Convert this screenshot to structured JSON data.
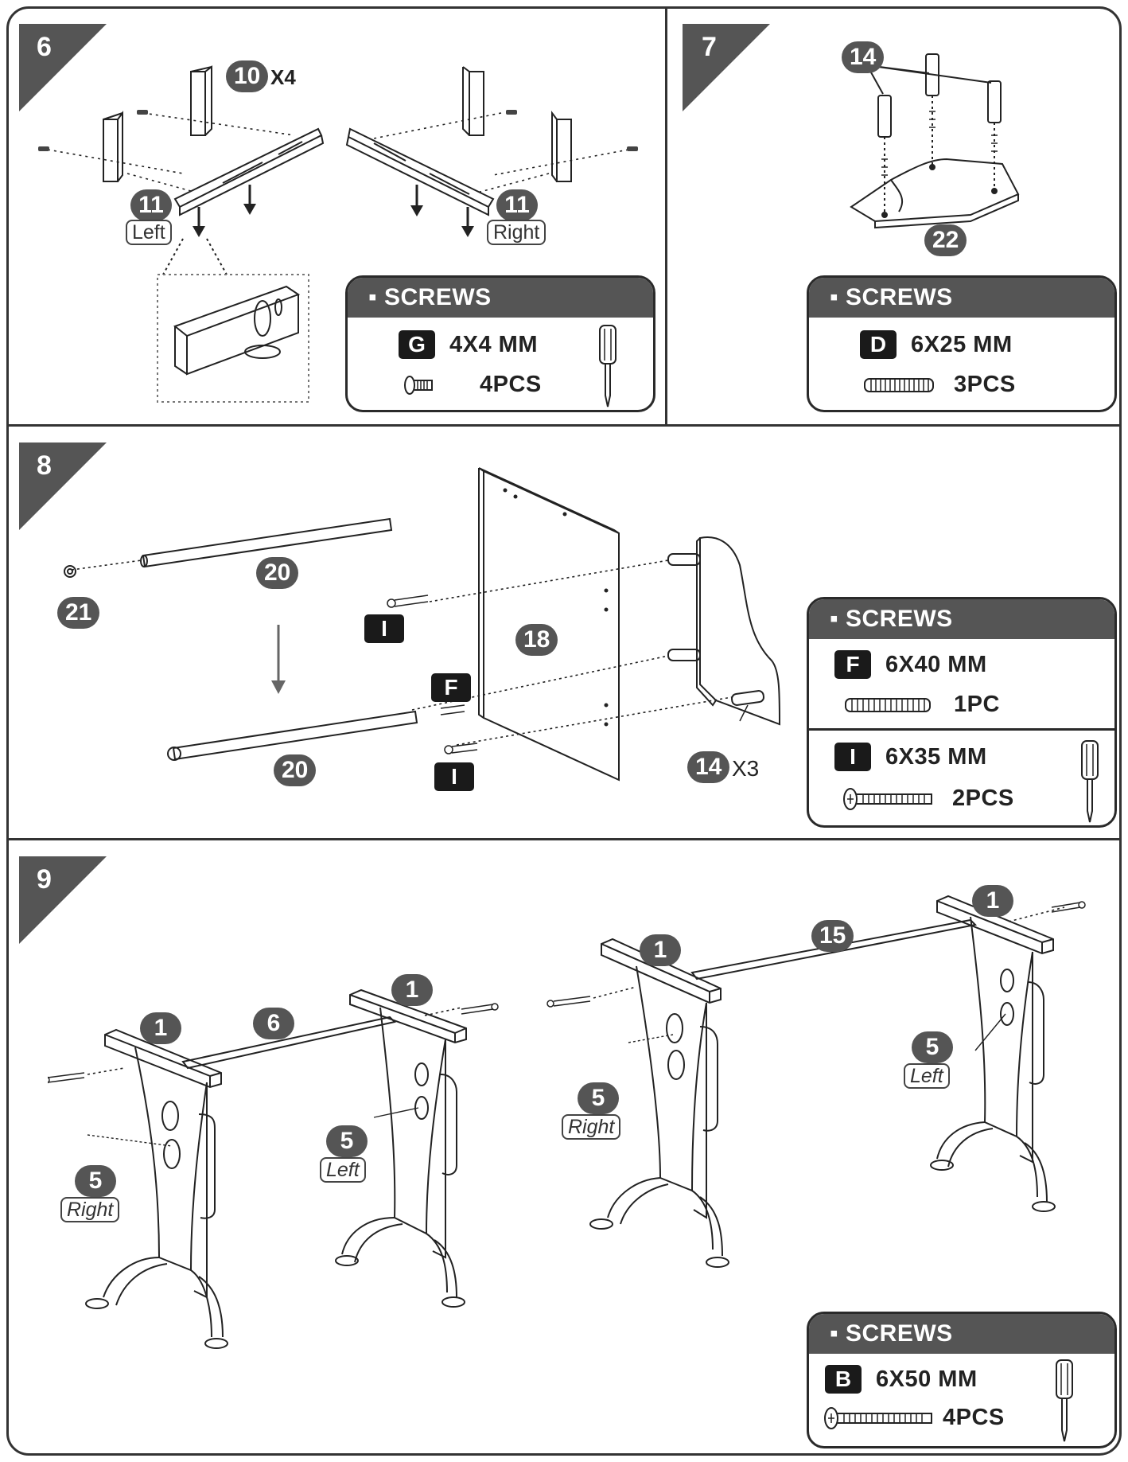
{
  "steps": [
    {
      "number": "6",
      "parts": [
        {
          "num": "10",
          "qty": "X4"
        },
        {
          "num": "11",
          "side": "Left"
        },
        {
          "num": "11",
          "side": "Right"
        }
      ],
      "screws": {
        "header": "SCREWS",
        "items": [
          {
            "code": "G",
            "size": "4X4 MM",
            "count": "4PCS"
          }
        ]
      }
    },
    {
      "number": "7",
      "parts": [
        {
          "num": "14"
        },
        {
          "num": "22"
        }
      ],
      "screws": {
        "header": "SCREWS",
        "items": [
          {
            "code": "D",
            "size": "6X25 MM",
            "count": "3PCS"
          }
        ]
      }
    },
    {
      "number": "8",
      "parts": [
        {
          "num": "21"
        },
        {
          "num": "20"
        },
        {
          "num": "20"
        },
        {
          "num": "18"
        },
        {
          "num": "14",
          "qty": "X3"
        }
      ],
      "screw_codes": [
        "I",
        "F",
        "I"
      ],
      "screws": {
        "header": "SCREWS",
        "items": [
          {
            "code": "F",
            "size": "6X40 MM",
            "count": "1PC"
          },
          {
            "code": "I",
            "size": "6X35 MM",
            "count": "2PCS"
          }
        ]
      }
    },
    {
      "number": "9",
      "parts": [
        {
          "num": "1"
        },
        {
          "num": "1"
        },
        {
          "num": "6"
        },
        {
          "num": "5",
          "side": "Right"
        },
        {
          "num": "5",
          "side": "Left"
        },
        {
          "num": "1"
        },
        {
          "num": "1"
        },
        {
          "num": "15"
        },
        {
          "num": "5",
          "side": "Right"
        },
        {
          "num": "5",
          "side": "Left"
        }
      ],
      "screws": {
        "header": "SCREWS",
        "items": [
          {
            "code": "B",
            "size": "6X50 MM",
            "count": "4PCS"
          }
        ]
      }
    }
  ],
  "icons": [
    "screwdriver-icon",
    "flat-head-screw-icon",
    "dowel-icon",
    "phillips-bolt-icon"
  ]
}
